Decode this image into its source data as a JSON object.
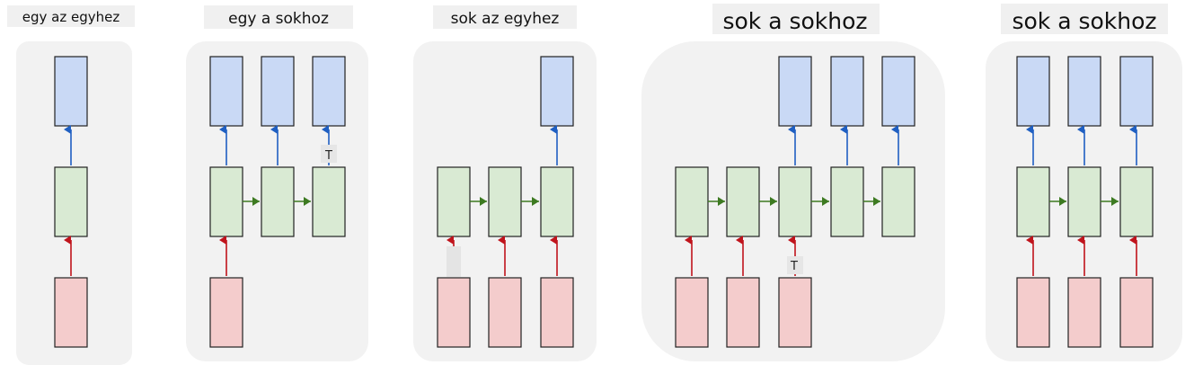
{
  "colors": {
    "output_fill": "#c9d9f5",
    "hidden_fill": "#d9ead3",
    "input_fill": "#f4cccc",
    "panel_bg": "#f2f2f2",
    "up_arrow_output": "#1f5fc2",
    "up_arrow_input": "#c0141c",
    "recurrent_arrow": "#3d7a21"
  },
  "panels": [
    {
      "title": "egy az egyhez",
      "inputs": 1,
      "outputs": 1,
      "hidden": 1
    },
    {
      "title": "egy a sokhoz",
      "inputs": 1,
      "outputs": 3,
      "hidden": 3
    },
    {
      "title": "sok az egyhez",
      "inputs": 3,
      "outputs": 1,
      "hidden": 3
    },
    {
      "title": "sok a sokhoz",
      "inputs": 3,
      "outputs": 3,
      "hidden": 5
    },
    {
      "title": "sok a sokhoz",
      "inputs": 3,
      "outputs": 3,
      "hidden": 3
    }
  ],
  "artifacts": {
    "glyph": "T"
  }
}
